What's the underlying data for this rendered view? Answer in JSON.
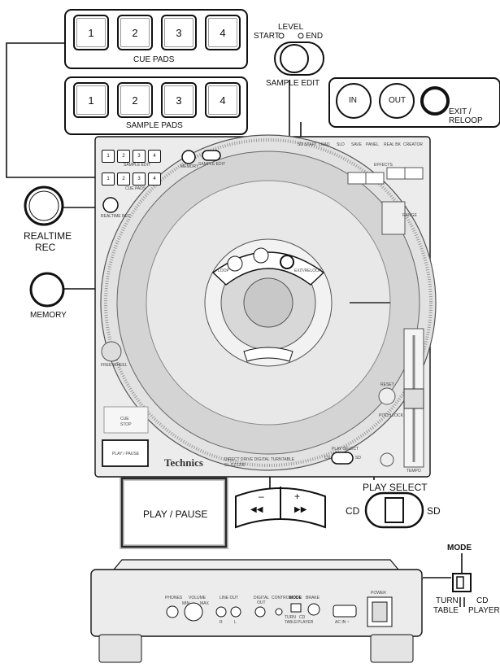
{
  "cue_pads": {
    "title": "CUE PADS",
    "pads": [
      "1",
      "2",
      "3",
      "4"
    ]
  },
  "sample_pads": {
    "title": "SAMPLE PADS",
    "pads": [
      "1",
      "2",
      "3",
      "4"
    ]
  },
  "sample_edit": {
    "level": "LEVEL",
    "start": "START",
    "end": "END",
    "title": "SAMPLE EDIT"
  },
  "loop": {
    "in": "IN",
    "out": "OUT",
    "exit": "EXIT /",
    "reloop": "RELOOP"
  },
  "realtime_rec": {
    "line1": "REALTIME",
    "line2": "REC"
  },
  "memory": {
    "label": "MEMORY"
  },
  "play_pause": {
    "label": "PLAY / PAUSE"
  },
  "search": {
    "minus": "–",
    "plus": "+",
    "rew": "◀◀",
    "ff": "▶▶"
  },
  "play_select": {
    "title": "PLAY SELECT",
    "cd": "CD",
    "sd": "SD"
  },
  "mode": {
    "title": "MODE",
    "turn": "TURN",
    "table": "TABLE",
    "cd": "CD",
    "player": "PLAYER"
  },
  "deck": {
    "brand": "Technics",
    "model": "DIRECT DRIVE DIGITAL TURNTABLE",
    "model_no": "SL-DZ1200",
    "mini_sample_title": "SAMPLE EDIT",
    "mini_cue_title": "CUE PADS",
    "mini_memory": "MEMORY",
    "mini_realtime": "REALTIME REC",
    "mini_loop": "LOOP",
    "mini_exit": "EXIT/RELOOP",
    "mini_cue": "CUE",
    "mini_stop": "STOP",
    "mini_play": "PLAY / PAUSE",
    "mini_reset": "RESET",
    "mini_tempo": "TEMPO",
    "mini_free": "FREE WHEEL",
    "mini_fx": "EFFECTS",
    "mini_play_select": "PLAY SELECT",
    "mini_cd": "CD",
    "mini_sd": "SD",
    "mini_range": "RANGE",
    "mini_pitch": "PITCH LOCK",
    "mini_top": [
      "SD START",
      "LOAD",
      "SLD",
      "SAVE",
      "PANEL",
      "REAL BK",
      "CREATOR"
    ]
  },
  "rear": {
    "phones": "PHONES",
    "volume": "VOLUME",
    "min": "MIN",
    "max": "MAX",
    "line_out": "LINE OUT",
    "l": "L",
    "r": "R",
    "digital": "DIGITAL",
    "out": "OUT",
    "control": "CONTROL",
    "mode": "MODE",
    "brake": "BRAKE",
    "turn": "TURN",
    "table": "TABLE",
    "cd": "CD",
    "player": "PLAYER",
    "ac_in": "AC IN ~",
    "power": "POWER"
  }
}
